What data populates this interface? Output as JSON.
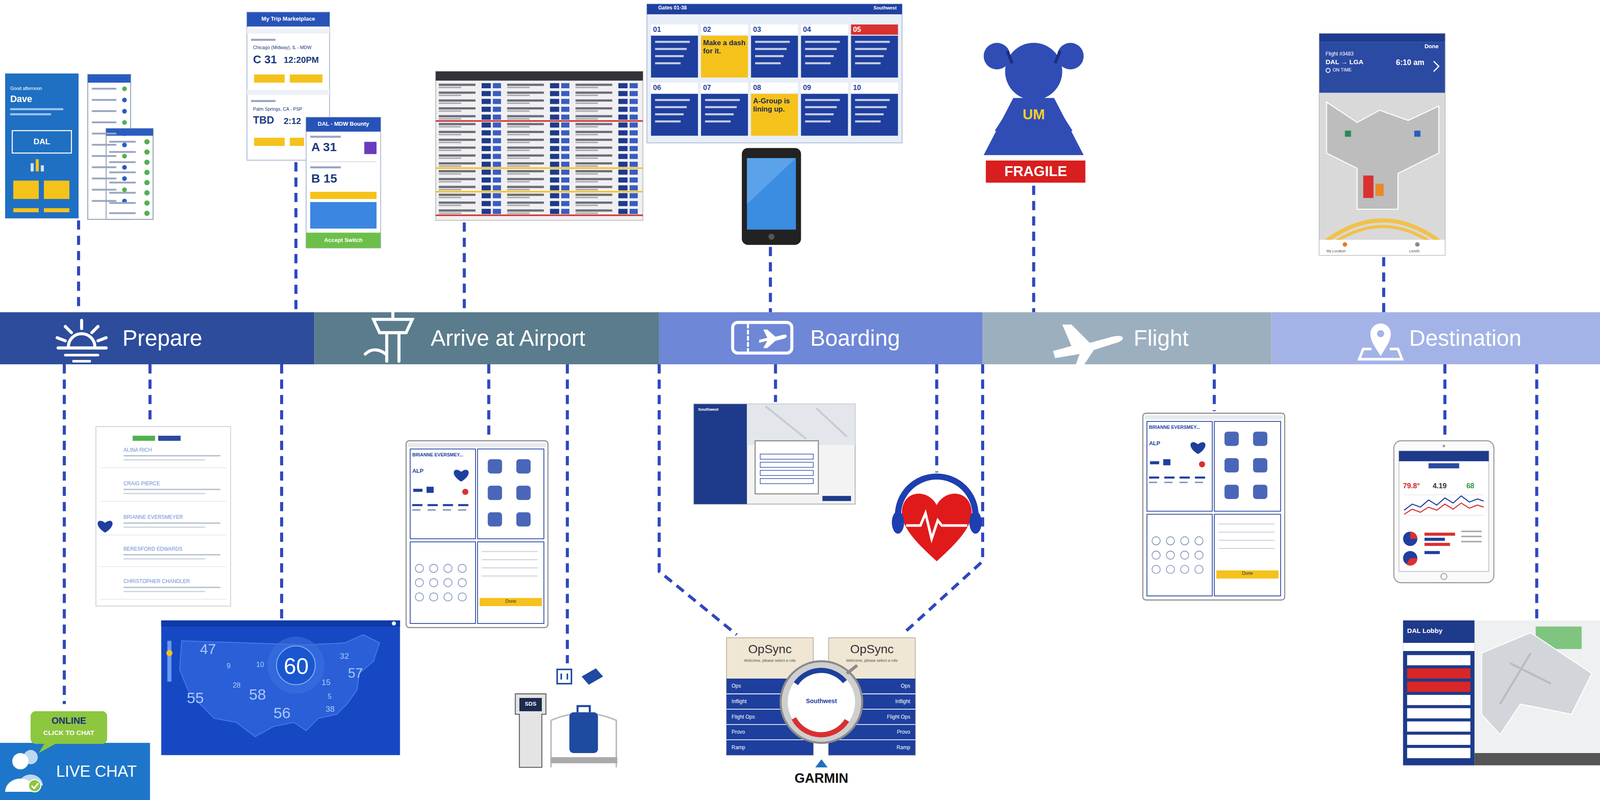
{
  "diagram": {
    "nodes": [
      {
        "text": [
          "Prepare"
        ]
      },
      {
        "text": [
          "Arrive at Airport"
        ]
      },
      {
        "text": [
          "Boarding"
        ]
      },
      {
        "text": [
          "Flight"
        ]
      },
      {
        "text": [
          "Destination"
        ]
      },
      {
        "text": [
          "ONLINE",
          "CLICK TO CHAT"
        ]
      },
      {
        "text": [
          "LIVE CHAT"
        ]
      },
      {
        "text": [
          "OpSync",
          "Welcome, please select a role",
          "Ops",
          "Inflight",
          "Flight Ops",
          "Provo",
          "Ramp"
        ]
      },
      {
        "text": [
          "OpSync",
          "Welcome, please select a role",
          "Ops",
          "Inflight",
          "Flight Ops",
          "Provo",
          "Ramp"
        ]
      },
      {
        "text": [
          "FRAGILE"
        ]
      }
    ],
    "labels": [
      "Good afternoon",
      "Dave",
      "DAL",
      "My Trip Marketplace",
      "Chicago (Midway), IL - MDW",
      "C 31",
      "12:20PM",
      "Palm Springs, CA - PSP",
      "TBD",
      "2:12",
      "DAL - MDW Bounty",
      "A 31",
      "B 15",
      "Accept Switch",
      "Gates 01-38",
      "Southwest",
      "01",
      "02",
      "03",
      "04",
      "05",
      "06",
      "07",
      "08",
      "09",
      "10",
      "Make a dash for it.",
      "A-Group is lining up.",
      "UM",
      "Flight #3483",
      "DAL → LGA",
      "ON TIME",
      "6:10 am",
      "Done",
      "My Location",
      "Levels",
      "ALINA RICH",
      "CRAIG PIERCE",
      "BRIANNE EVERSMEYER",
      "BERESFORD EDWARDS",
      "CHRISTOPHER CHANDLER",
      "47",
      "60",
      "55",
      "58",
      "56",
      "57",
      "32",
      "9",
      "10",
      "28",
      "15",
      "5",
      "38",
      "BRIANNE EVERSMEY...",
      "ALP",
      "Done",
      "SDS",
      "Southwest",
      "GARMIN",
      "BRIANNE EVERSMEY...",
      "ALP",
      "Done",
      "79.8°",
      "4.19",
      "68",
      "DAL Lobby",
      "Southwest"
    ]
  }
}
